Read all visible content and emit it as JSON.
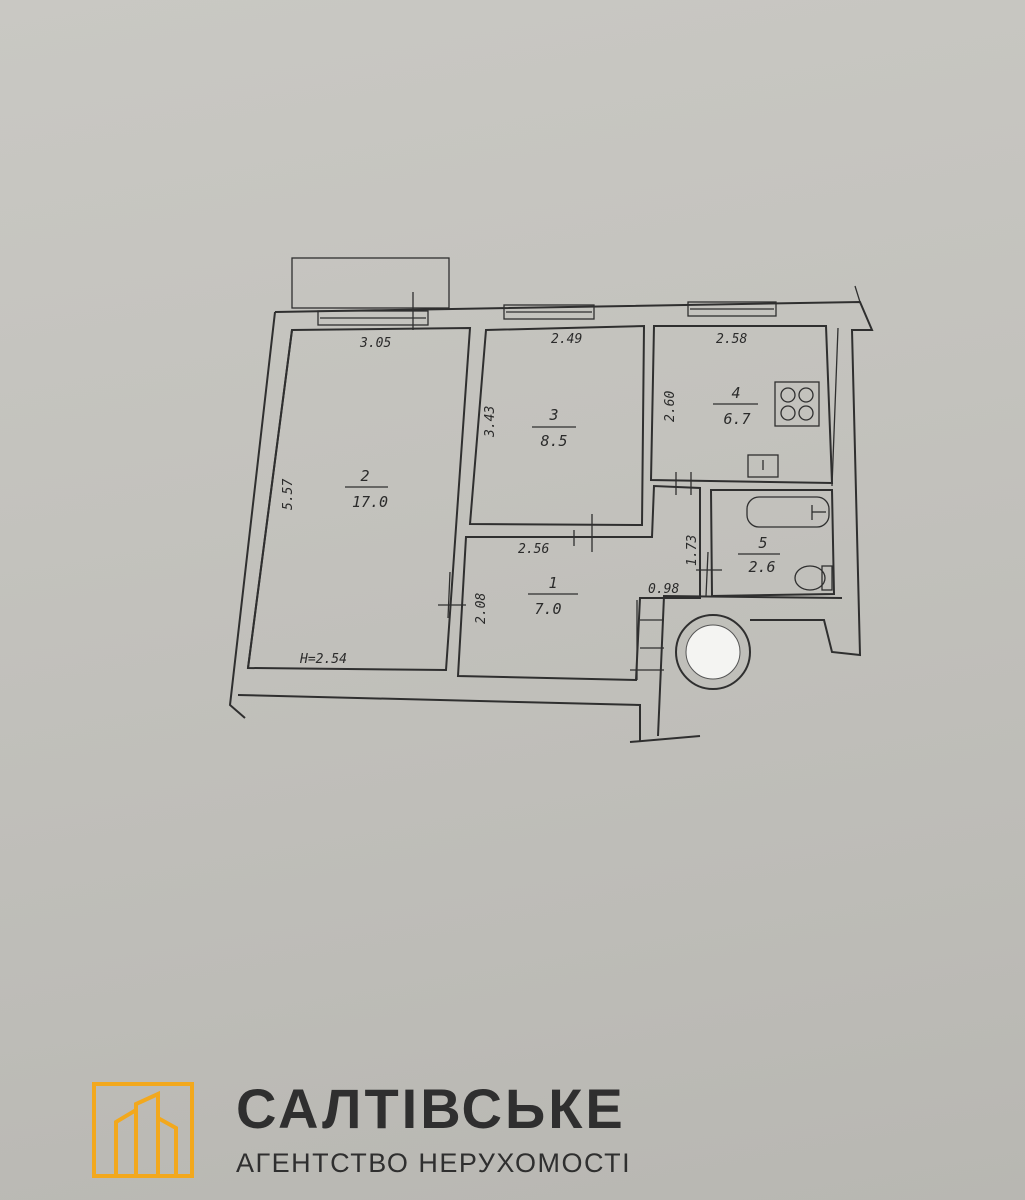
{
  "plan": {
    "rooms": [
      {
        "id": "room-1",
        "number": "1",
        "area": "7.0"
      },
      {
        "id": "room-2",
        "number": "2",
        "area": "17.0"
      },
      {
        "id": "room-3",
        "number": "3",
        "area": "8.5"
      },
      {
        "id": "room-4",
        "number": "4",
        "area": "6.7"
      },
      {
        "id": "room-5",
        "number": "5",
        "area": "2.6"
      }
    ],
    "dimensions": {
      "room2_top": "3.05",
      "room3_top": "2.49",
      "room4_top": "2.58",
      "room2_side": "5.57",
      "room3_side": "3.43",
      "room4_side": "2.60",
      "room1_top": "2.56",
      "room1_side": "2.08",
      "bath_side": "1.73",
      "passage": "0.98",
      "ceiling_height": "H=2.54"
    }
  },
  "branding": {
    "name": "САЛТІВСЬКЕ",
    "tagline": "АГЕНТСТВО НЕРУХОМОСТІ",
    "accent_color": "#f2a81d",
    "text_color": "#2f2f2f"
  }
}
